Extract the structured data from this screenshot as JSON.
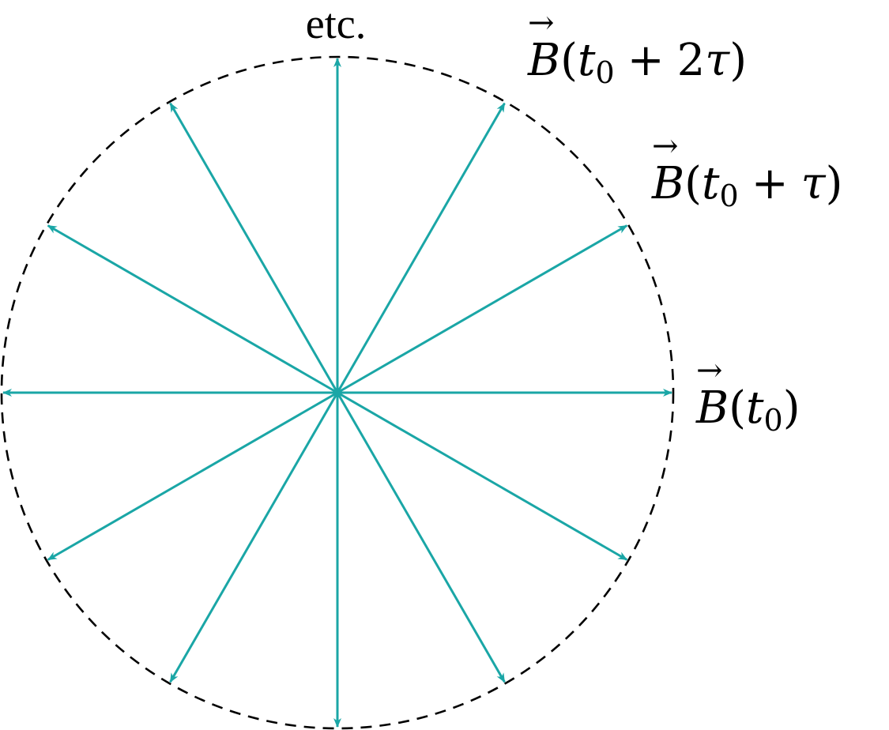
{
  "diagram": {
    "vector_count": 12,
    "vector_color": "#1aa6a6",
    "circle_color": "#000000",
    "circle_style": "dashed",
    "labels": {
      "etc": "etc.",
      "b_t0": {
        "symbol": "B",
        "arrow": "→",
        "open": "(",
        "t": "t",
        "sub": "0",
        "close": ")"
      },
      "b_t0_tau": {
        "symbol": "B",
        "arrow": "→",
        "open": "(",
        "t": "t",
        "sub": "0",
        "plus": "+",
        "tau": "τ",
        "close": ")"
      },
      "b_t0_2tau": {
        "symbol": "B",
        "arrow": "→",
        "open": "(",
        "t": "t",
        "sub": "0",
        "plus": "+",
        "two": "2",
        "tau": "τ",
        "close": ")"
      }
    }
  }
}
